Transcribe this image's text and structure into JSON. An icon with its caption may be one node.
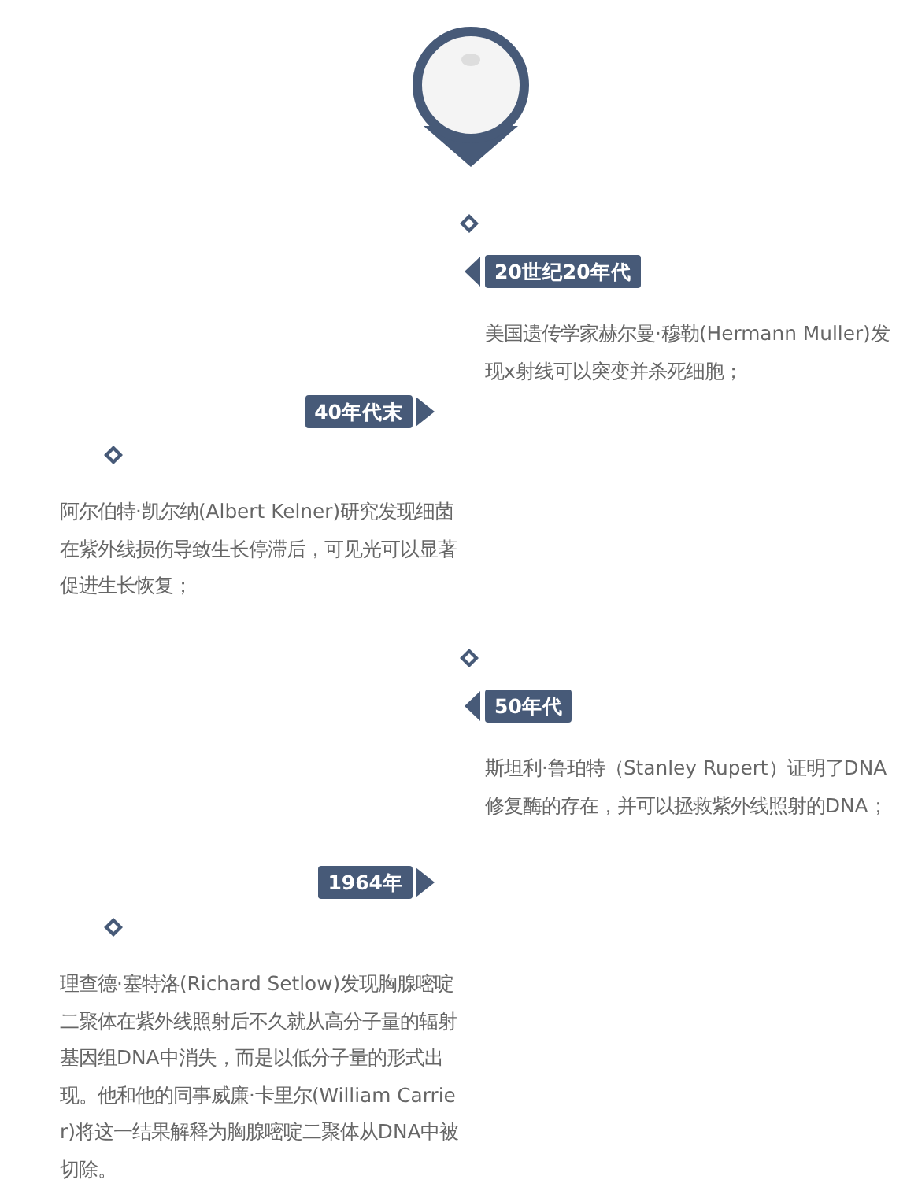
{
  "diagram": {
    "nodes": [
      {
        "text": [
          "20世纪20年代"
        ],
        "beside": [
          "美国遗传学家赫尔曼·穆勒(Hermann Muller)发现x射线可以突变并杀死细胞；"
        ]
      },
      {
        "text": [
          "40年代末"
        ],
        "beside": [
          "阿尔伯特·凯尔纳(Albert Kelner)研究发现细菌在紫外线损伤导致生长停滞后，可见光可以显著促进生长恢复；"
        ]
      },
      {
        "text": [
          "50年代"
        ],
        "beside": [
          "斯坦利·鲁珀特（Stanley Rupert）证明了DNA修复酶的存在，并可以拯救紫外线照射的DNA；"
        ]
      },
      {
        "text": [
          "1964年"
        ],
        "beside": [
          "理查德·塞特洛(Richard Setlow)发现胸腺嘧啶二聚体在紫外线照射后不久就从高分子量的辐射基因组DNA中消失，而是以低分子量的形式出现。他和他的同事威廉·卡里尔(William Carrier)将这一结果解释为胸腺嘧啶二聚体从DNA中被切除。"
        ]
      }
    ]
  }
}
